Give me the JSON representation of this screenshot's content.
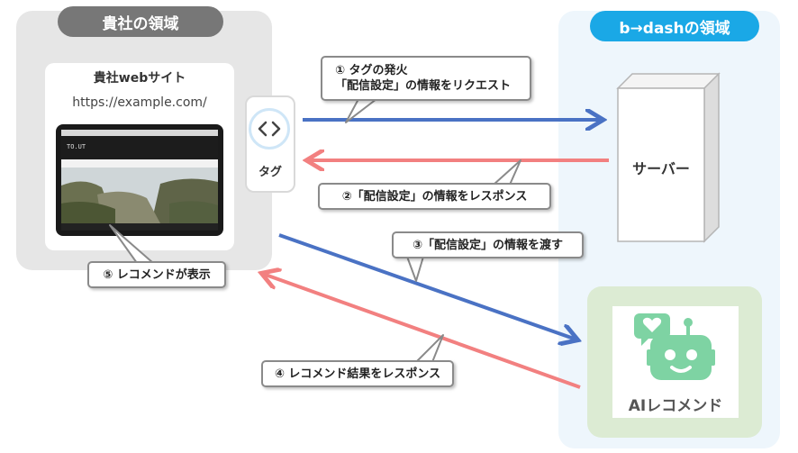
{
  "regions": {
    "client": {
      "label": "貴社の領域"
    },
    "vendor": {
      "label": "b→dashの領域"
    }
  },
  "website": {
    "title": "貴社webサイト",
    "url": "https://example.com/"
  },
  "tag": {
    "label": "タグ"
  },
  "server": {
    "label": "サーバー"
  },
  "ai": {
    "label": "AIレコメンド"
  },
  "steps": {
    "step1_line1": "① タグの発火",
    "step1_line2": "「配信設定」の情報をリクエスト",
    "step2": "②「配信設定」の情報をレスポンス",
    "step3": "③「配信設定」の情報を渡す",
    "step4": "④ レコメンド結果をレスポンス",
    "step5": "⑤ レコメンドが表示"
  },
  "colors": {
    "blue_arrow": "#4a72c4",
    "red_arrow": "#f28080",
    "client_region": "#e6e6e6",
    "vendor_region": "#eef6fc",
    "vendor_pill": "#1aa8e6",
    "client_pill": "#777777",
    "ai_card": "#dcebd3",
    "robot": "#7ed3a3"
  }
}
